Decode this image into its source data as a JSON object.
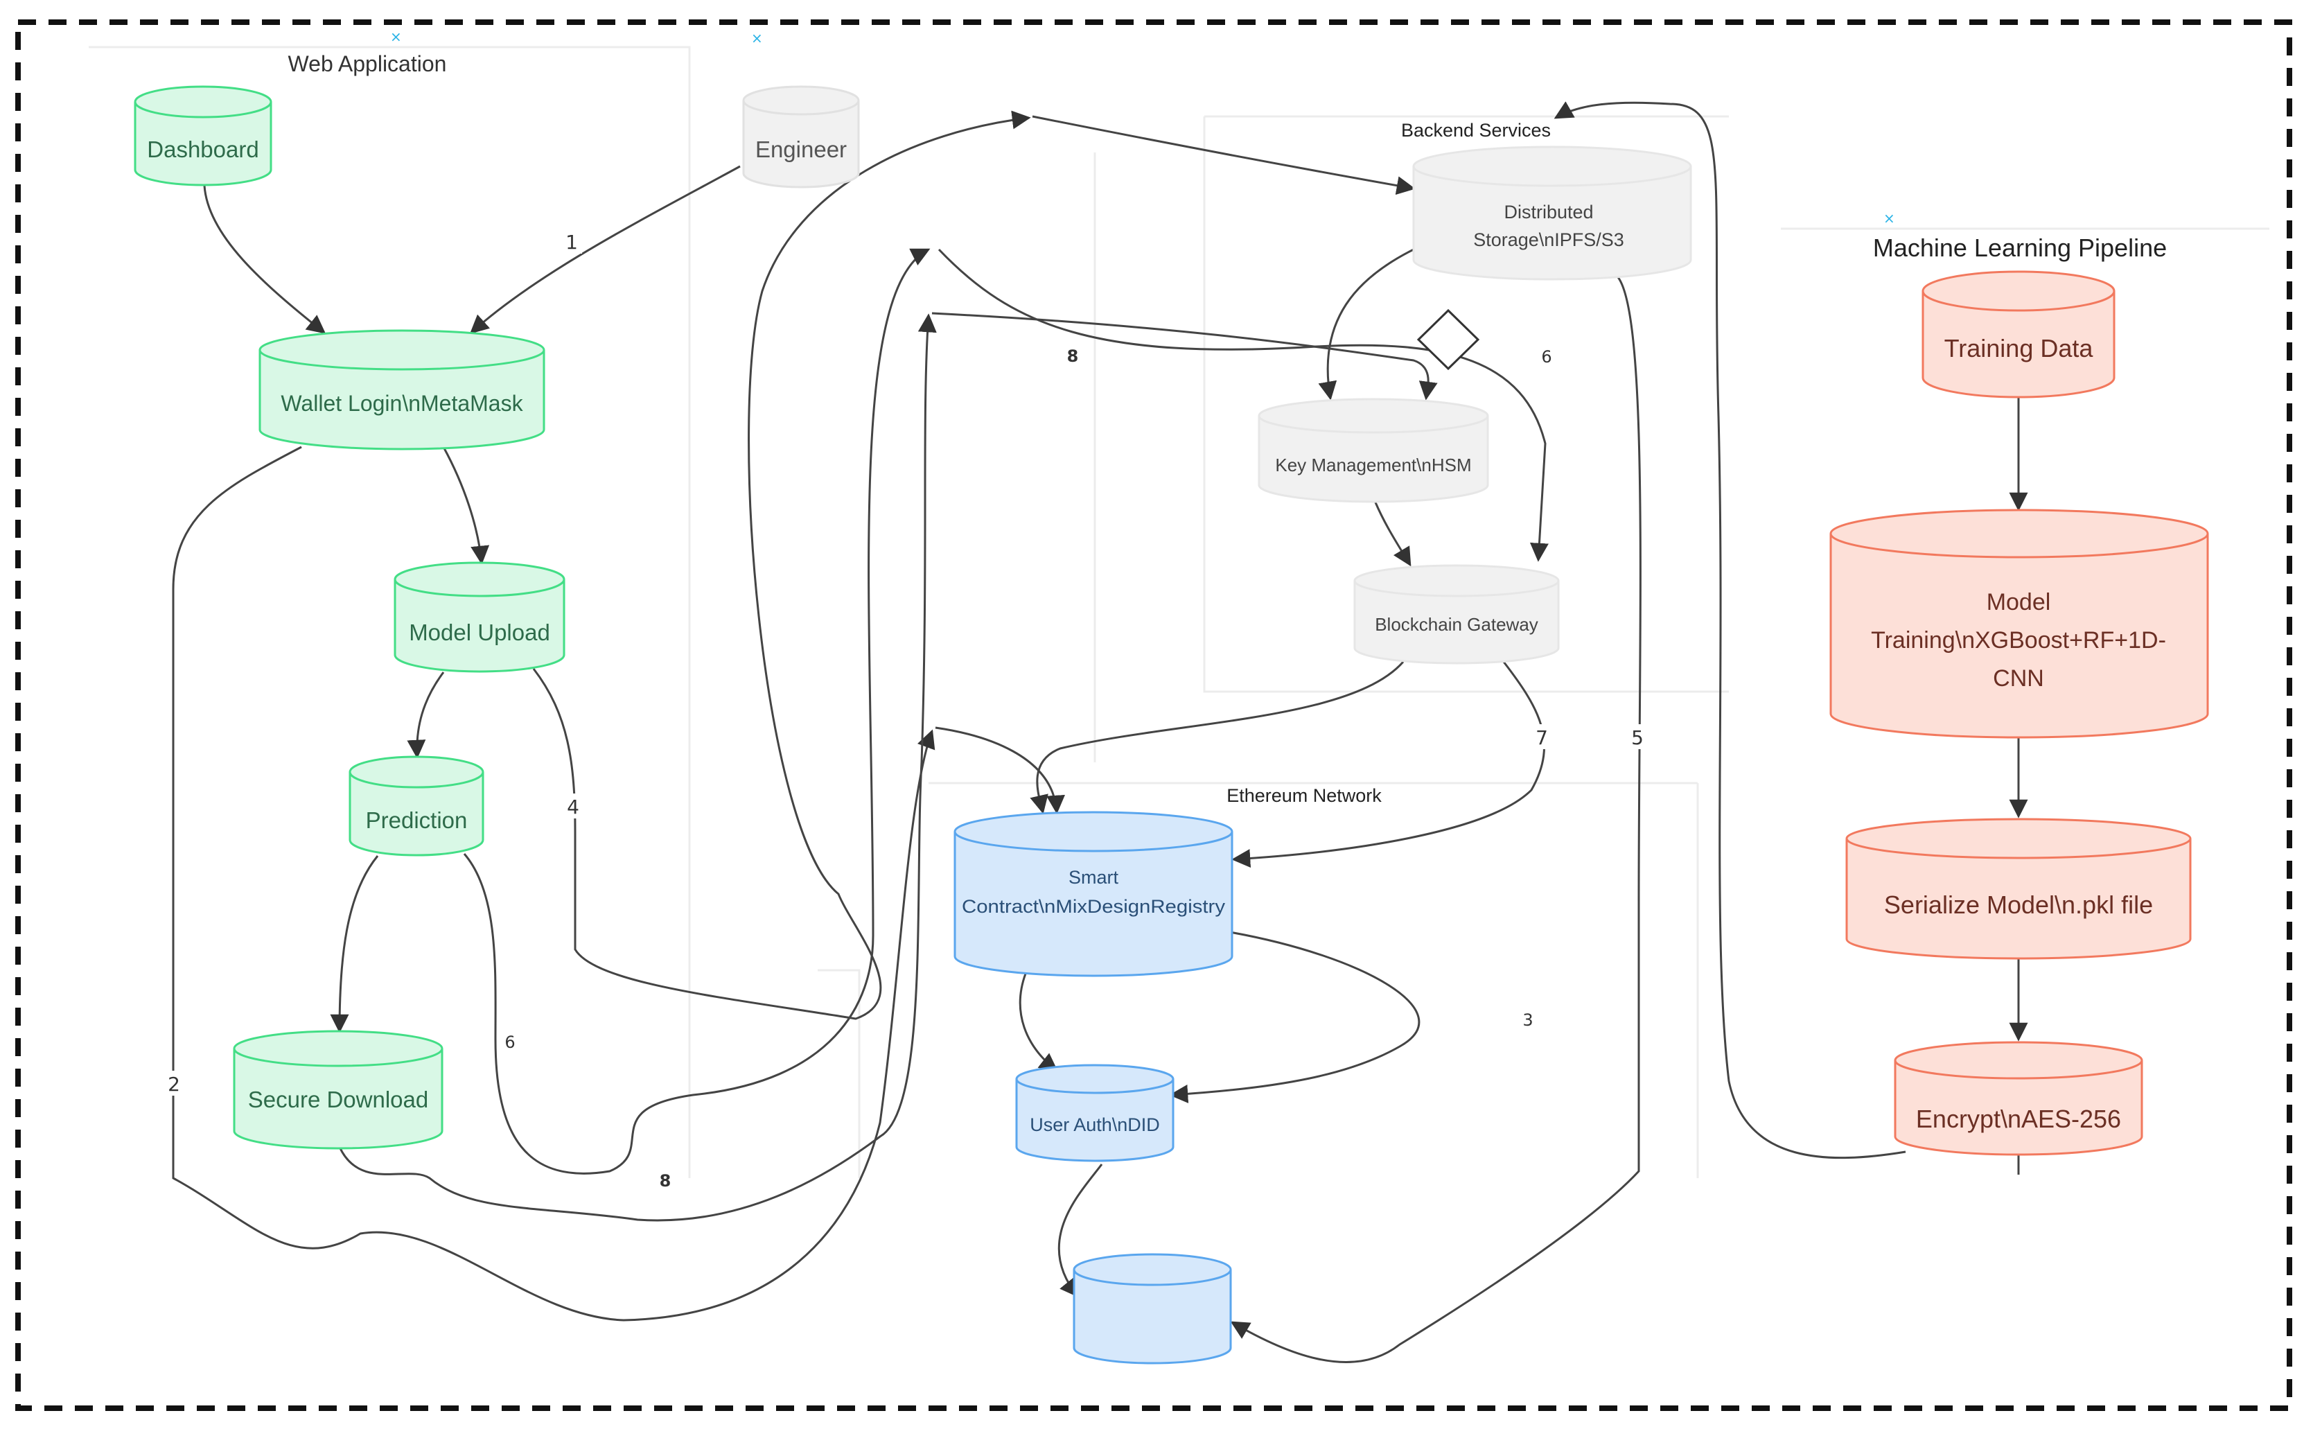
{
  "groups": {
    "web_app": "Web Application",
    "backend": "Backend Services",
    "ethereum": "Ethereum Network",
    "ml": "Machine Learning Pipeline"
  },
  "nodes": {
    "dashboard": "Dashboard",
    "engineer": "Engineer",
    "wallet_login": "Wallet Login\\nMetaMask",
    "model_upload": "Model Upload",
    "prediction": "Prediction",
    "secure_download": "Secure Download",
    "storage_line1": "Distributed",
    "storage_line2": "Storage\\nIPFS/S3",
    "key_mgmt": "Key Management\\nHSM",
    "gateway": "Blockchain Gateway",
    "contract_line1": "Smart",
    "contract_line2": "Contract\\nMixDesignRegistry",
    "user_auth": "User Auth\\nDID",
    "training_data": "Training Data",
    "model_training_line1": "Model",
    "model_training_line2": "Training\\nXGBoost+RF+1D-",
    "model_training_line3": "CNN",
    "serialize": "Serialize Model\\n.pkl file",
    "encrypt": "Encrypt\\nAES-256"
  },
  "edge_labels": {
    "e1": "1",
    "e2": "2",
    "e3": "3",
    "e4": "4",
    "e5": "5",
    "e6a": "6",
    "e6b": "6",
    "e7": "7",
    "e8a": "8",
    "e8b": "8"
  },
  "colors": {
    "green_fill": "#d9f8e6",
    "green_stroke": "#43de86",
    "green_text": "#2e6b4a",
    "gray_fill": "#f1f1f1",
    "gray_stroke": "#e1e1e1",
    "gray_text": "#555555",
    "blue_fill": "#d6e8fb",
    "blue_stroke": "#5aa6ee",
    "blue_text": "#2a4f77",
    "red_fill": "#fde0d8",
    "red_stroke": "#f2795e",
    "red_text": "#6b2f24",
    "edge": "#444444",
    "border": "#111111"
  }
}
